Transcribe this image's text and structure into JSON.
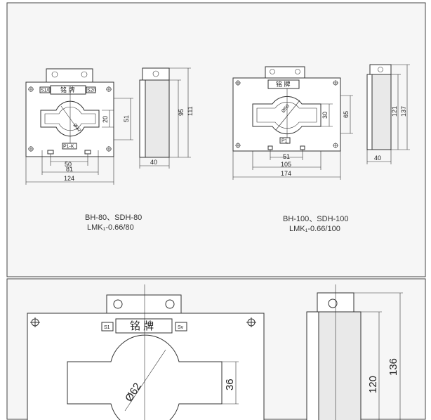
{
  "panels": {
    "bh80": {
      "model_line1": "BH-80、SDH-80",
      "model_line2": "LMK₁-0.66/80",
      "nameplate": "铭 牌",
      "terminal_left": "S1/t",
      "terminal_right": "S2/t",
      "p1_tag": "P1-K",
      "dims": {
        "diameter": "Ø37",
        "height_window": "20",
        "height_body": "51",
        "width_window": "50",
        "width_mount": "81",
        "width_total": "124",
        "side_width": "40",
        "side_h1": "95",
        "side_h2": "111"
      }
    },
    "bh100": {
      "model_line1": "BH-100、SDH-100",
      "model_line2": "LMK₁-0.66/100",
      "nameplate": "铭 牌",
      "p1_tag": "P1",
      "dims": {
        "diameter": "Ø50",
        "height_window": "30",
        "height_body": "65",
        "width_window": "51",
        "width_mount": "105",
        "width_total": "174",
        "side_width": "40",
        "side_h1": "121",
        "side_h2": "137"
      }
    },
    "large": {
      "nameplate": "铭 牌",
      "terminal_left": "S1",
      "terminal_right": "Sv",
      "dims": {
        "diameter": "Ø62",
        "height_window": "36",
        "side_h1": "120",
        "side_h2": "136"
      }
    }
  }
}
